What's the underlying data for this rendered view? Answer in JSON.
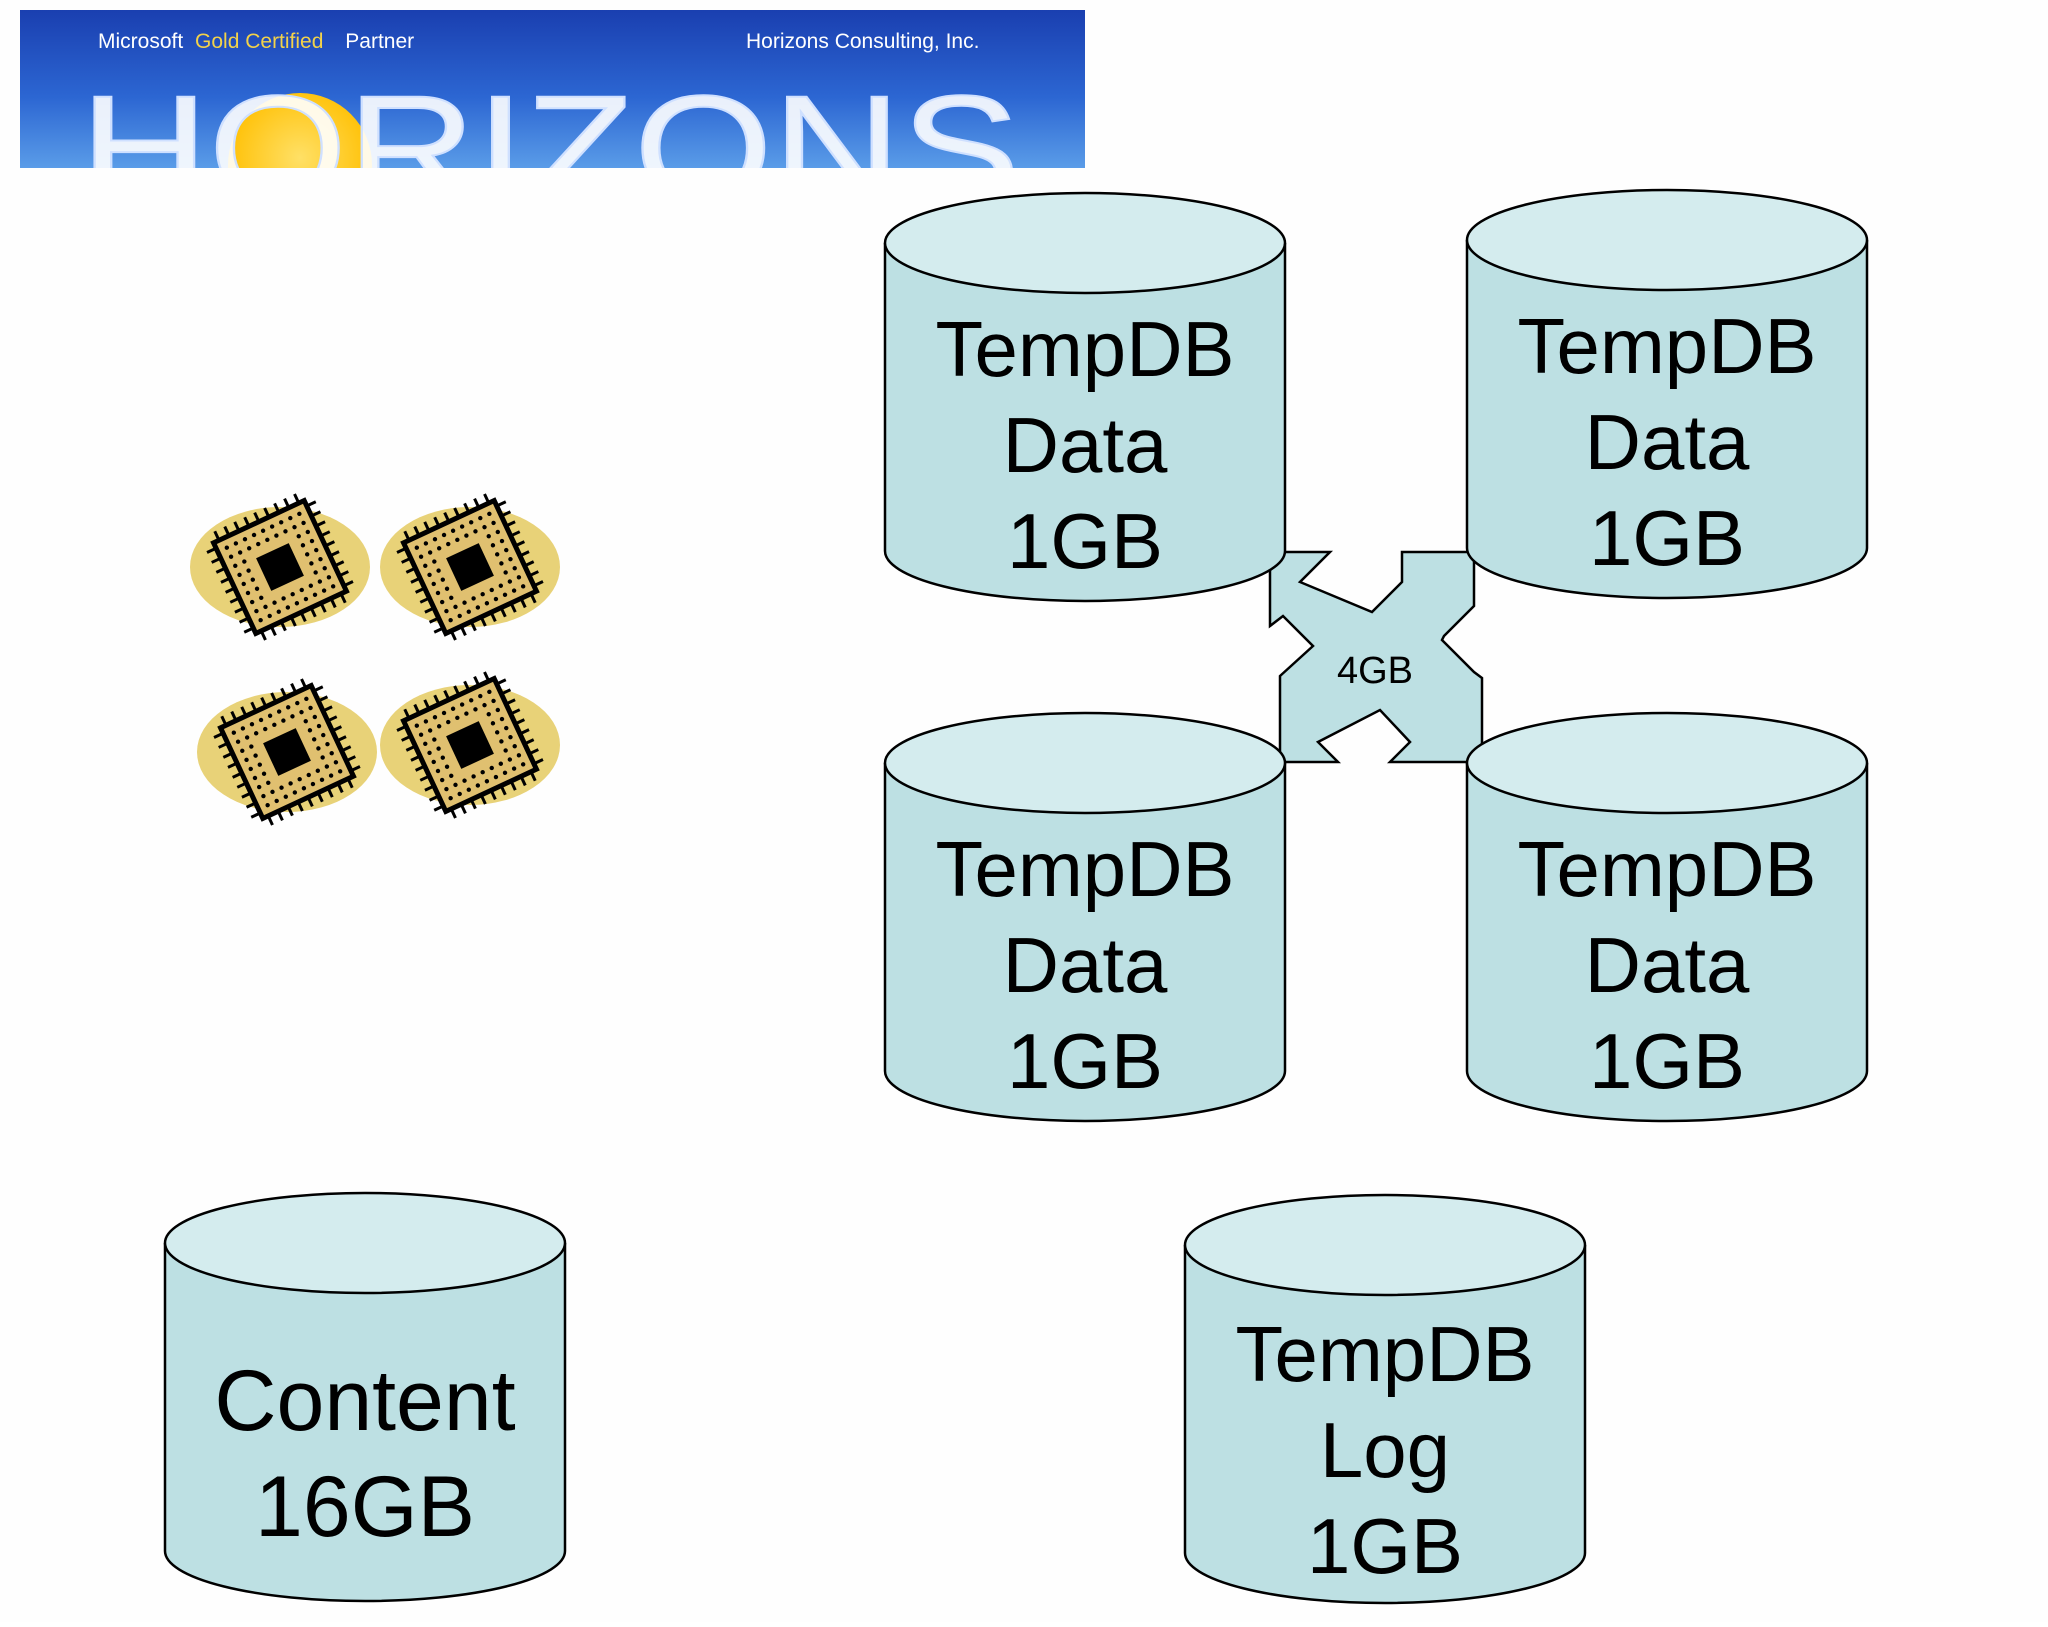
{
  "banner": {
    "partner_prefix": "Microsoft",
    "partner_highlight": "Gold Certified",
    "partner_suffix": "Partner",
    "company": "Horizons Consulting, Inc.",
    "logo_word": "HORIZONS"
  },
  "content_db": {
    "line1": "Content",
    "line2": "16GB"
  },
  "tempdb_data": [
    {
      "line1": "TempDB",
      "line2": "Data",
      "line3": "1GB"
    },
    {
      "line1": "TempDB",
      "line2": "Data",
      "line3": "1GB"
    },
    {
      "line1": "TempDB",
      "line2": "Data",
      "line3": "1GB"
    },
    {
      "line1": "TempDB",
      "line2": "Data",
      "line3": "1GB"
    }
  ],
  "tempdb_log": {
    "line1": "TempDB",
    "line2": "Log",
    "line3": "1GB"
  },
  "arrow_label": "4GB",
  "processor_count": 4,
  "colors": {
    "cylinder_fill": "#bde0e3",
    "cylinder_top": "#d4ecee",
    "outline": "#000000",
    "banner_top": "#1a3fb0",
    "banner_bottom": "#4a8fe6",
    "sun": "#ffcc22",
    "chip_glow": "#e8d278",
    "chip_body": "#e0c070"
  }
}
